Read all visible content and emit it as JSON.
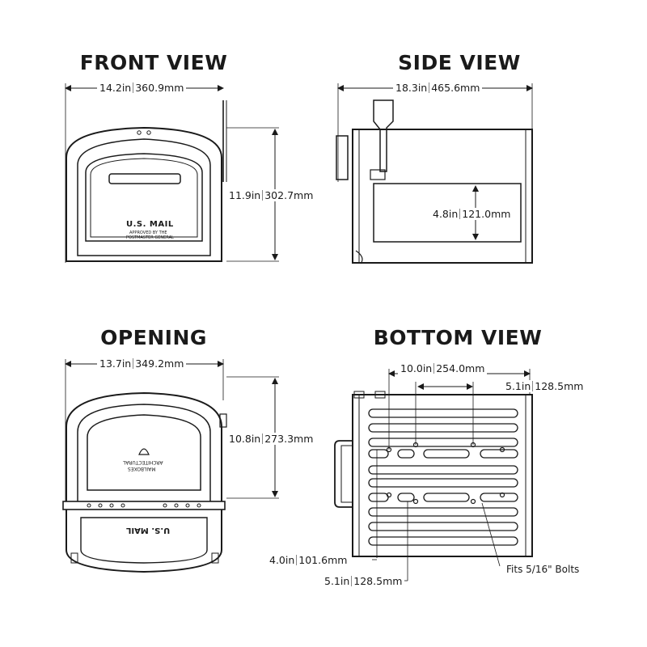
{
  "titles": {
    "front": "FRONT VIEW",
    "side": "SIDE VIEW",
    "opening": "OPENING",
    "bottom": "BOTTOM VIEW"
  },
  "front": {
    "width_in": "14.2in",
    "width_mm": "360.9mm",
    "height_in": "11.9in",
    "height_mm": "302.7mm",
    "plate_text": "U.S. MAIL",
    "plate_subtext_1": "APPROVED BY THE",
    "plate_subtext_2": "POSTMASTER GENERAL"
  },
  "side": {
    "width_in": "18.3in",
    "width_mm": "465.6mm",
    "height_in": "4.8in",
    "height_mm": "121.0mm"
  },
  "opening": {
    "width_in": "13.7in",
    "width_mm": "349.2mm",
    "height_in": "10.8in",
    "height_mm": "273.3mm",
    "plate_text": "U.S. MAIL",
    "brand_1": "ARCHITECTURAL",
    "brand_2": "MAILBOXES"
  },
  "bottom": {
    "span1_in": "10.0in",
    "span1_mm": "254.0mm",
    "span2_in": "5.1in",
    "span2_mm": "128.5mm",
    "span3_in": "4.0in",
    "span3_mm": "101.6mm",
    "span4_in": "5.1in",
    "span4_mm": "128.5mm",
    "bolts_note": "Fits 5/16\" Bolts"
  },
  "colors": {
    "line": "#1a1a1a",
    "dim_line": "#333333"
  }
}
